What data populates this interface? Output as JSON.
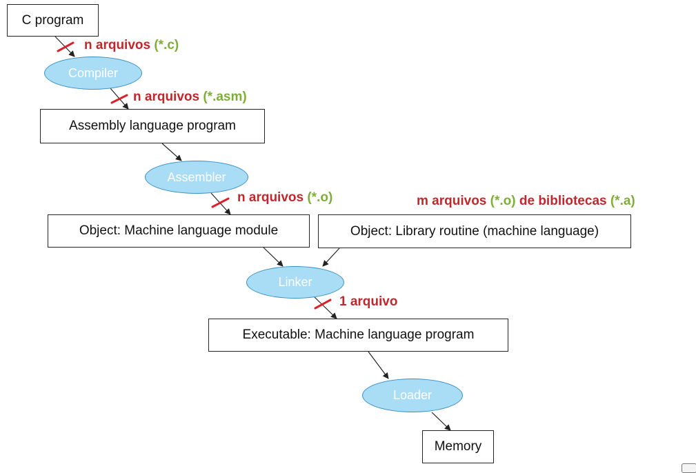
{
  "boxes": {
    "c_program": "C program",
    "assembly": "Assembly language program",
    "object_module": "Object: Machine language module",
    "library_routine": "Object: Library routine (machine language)",
    "executable": "Executable: Machine language program",
    "memory": "Memory"
  },
  "tools": {
    "compiler": "Compiler",
    "assembler": "Assembler",
    "linker": "Linker",
    "loader": "Loader"
  },
  "annotations": {
    "c_files": {
      "count": "n arquivos",
      "ext": "(*.c)"
    },
    "asm_files": {
      "count": "n arquivos",
      "ext": "(*.asm)"
    },
    "obj_files": {
      "count": "n arquivos",
      "ext": "(*.o)"
    },
    "lib_files": {
      "count": "m arquivos",
      "ext1": "(*.o)",
      "middle": "de bibliotecas",
      "ext2": "(*.a)"
    },
    "exe_files": {
      "count": "1 arquivo"
    }
  },
  "colors": {
    "tool_fill": "#a9dcf5",
    "tool_border": "#3a8fc4",
    "count_text": "#c0282d",
    "extension_text": "#7fad3a"
  }
}
